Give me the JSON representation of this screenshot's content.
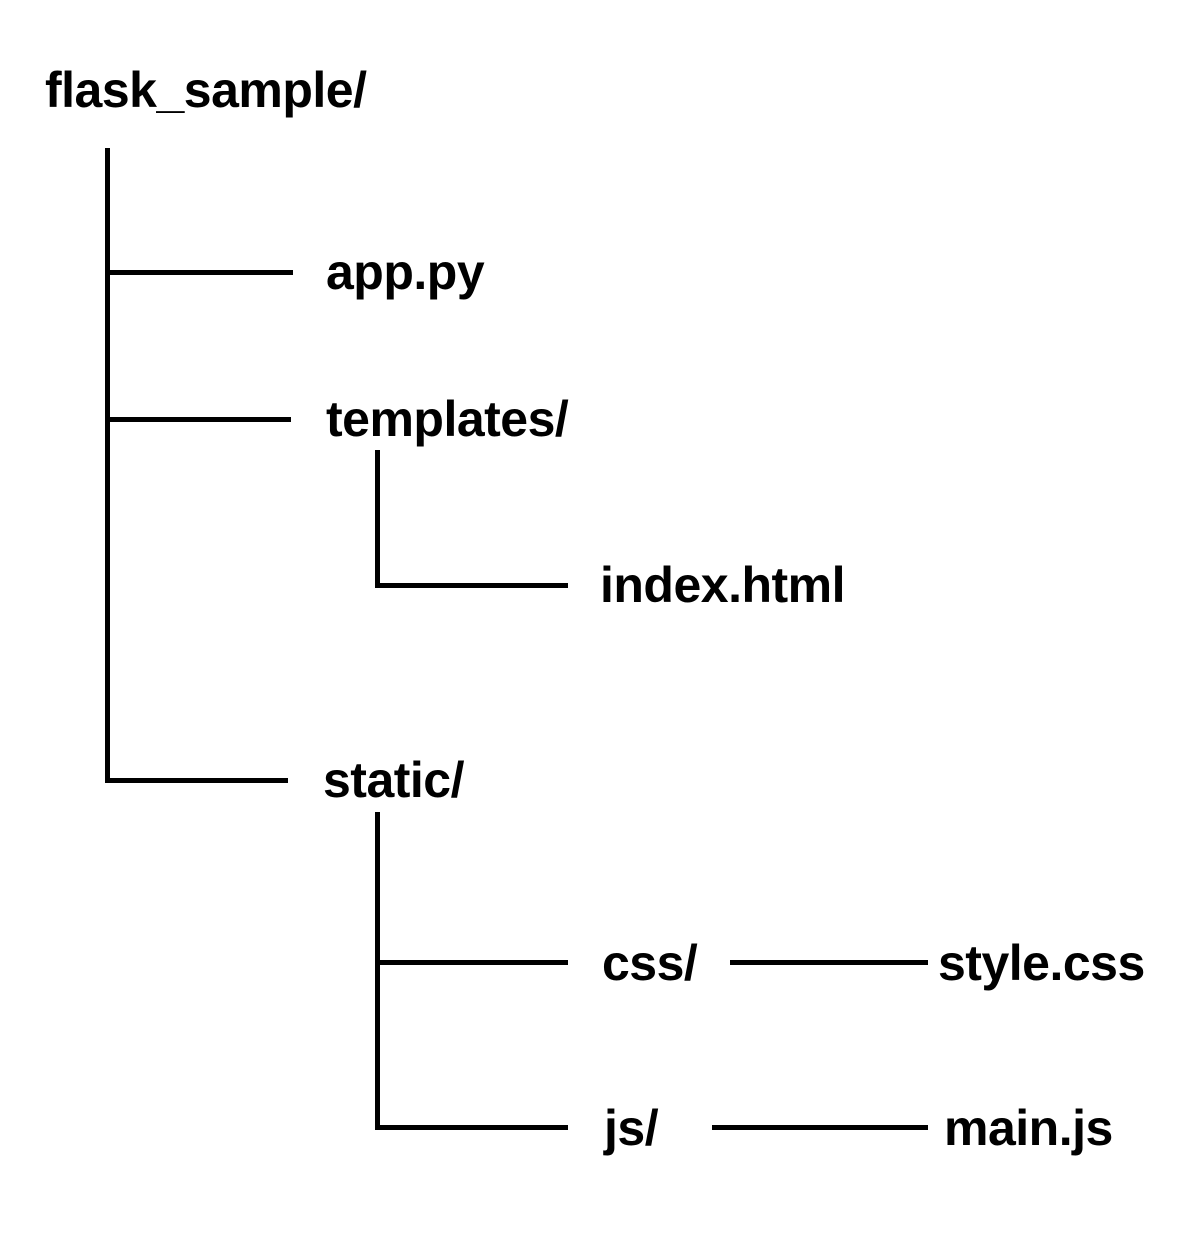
{
  "diagram": {
    "type": "directory-tree",
    "background": "#ffffff",
    "line_color": "#000000",
    "text_color": "#000000"
  },
  "tree": {
    "root": "flask_sample/",
    "children": [
      {
        "name": "app.py",
        "type": "file"
      },
      {
        "name": "templates/",
        "type": "directory",
        "children": [
          {
            "name": "index.html",
            "type": "file"
          }
        ]
      },
      {
        "name": "static/",
        "type": "directory",
        "children": [
          {
            "name": "css/",
            "type": "directory",
            "children": [
              {
                "name": "style.css",
                "type": "file"
              }
            ]
          },
          {
            "name": "js/",
            "type": "directory",
            "children": [
              {
                "name": "main.js",
                "type": "file"
              }
            ]
          }
        ]
      }
    ]
  }
}
